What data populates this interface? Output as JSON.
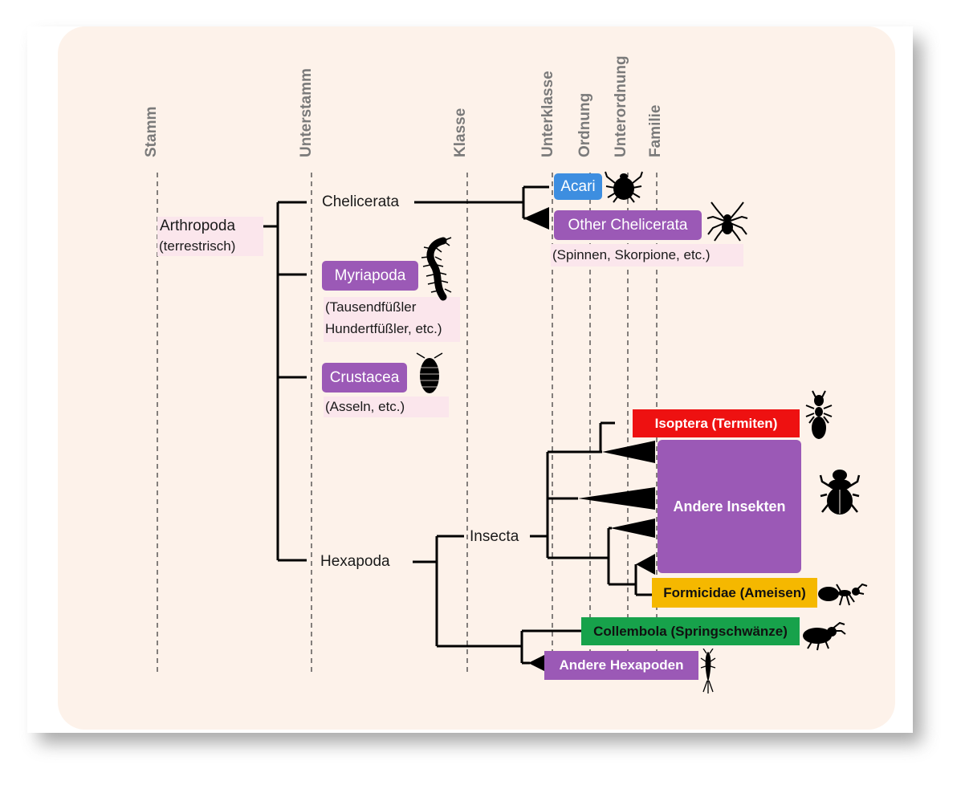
{
  "ranks": {
    "stamm": "Stamm",
    "unterstamm": "Unterstamm",
    "klasse": "Klasse",
    "unterklasse": "Unterklasse",
    "ordnung": "Ordnung",
    "unterordnung": "Unterordnung",
    "familie": "Familie"
  },
  "nodes": {
    "arthropoda": "Arthropoda",
    "arthropoda_note": "(terrestrisch)",
    "chelicerata": "Chelicerata",
    "hexapoda": "Hexapoda",
    "insecta": "Insecta"
  },
  "taxa": {
    "acari": "Acari",
    "other_chelicerata": "Other Chelicerata",
    "other_chelicerata_note": "(Spinnen, Skorpione, etc.)",
    "myriapoda": "Myriapoda",
    "myriapoda_note_1": "(Tausendfüßler",
    "myriapoda_note_2": "Hundertfüßler, etc.)",
    "crustacea": "Crustacea",
    "crustacea_note": "(Asseln, etc.)",
    "isoptera": "Isoptera (Termiten)",
    "andere_insekten": "Andere Insekten",
    "formicidae": "Formicidae (Ameisen)",
    "collembola": "Collembola (Springschwänze)",
    "andere_hexapoden": "Andere Hexapoden"
  },
  "colors": {
    "purple": "#9b59b6",
    "blue": "#3d8ee0",
    "red": "#ee1111",
    "orange": "#f5b800",
    "green": "#17a24b",
    "panel": "#fdf2ea"
  },
  "icons": {
    "acari": "tick-icon",
    "other_chelicerata": "spider-icon",
    "myriapoda": "centipede-icon",
    "crustacea": "woodlouse-icon",
    "isoptera": "termite-icon",
    "andere_insekten": "beetle-icon",
    "formicidae": "ant-icon",
    "collembola": "springtail-icon",
    "andere_hexapoden": "silverfish-icon"
  }
}
